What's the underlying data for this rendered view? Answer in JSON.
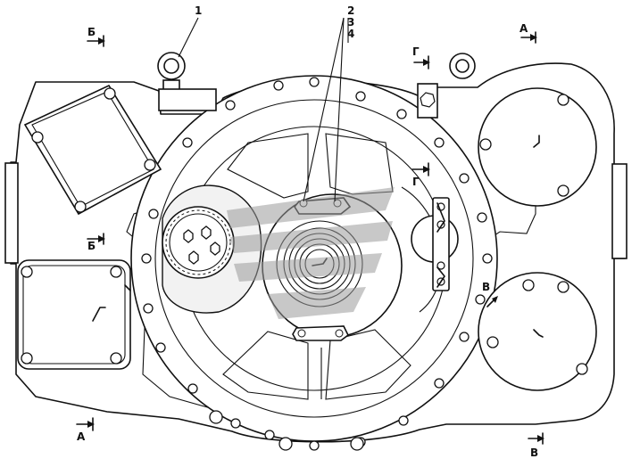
{
  "callouts": {
    "c1": "1",
    "c2": "2",
    "c3": "3",
    "c4": "4"
  },
  "section_marks": {
    "b_top": "Б",
    "b_mid": "Б",
    "a_top": "А",
    "a_bottom": "А",
    "g_top": "Г",
    "g_mid": "Г",
    "v_side": "В",
    "v_bottom": "В"
  },
  "colors": {
    "line": "#111111",
    "background": "#ffffff",
    "watermark": "#9a9a9a"
  }
}
